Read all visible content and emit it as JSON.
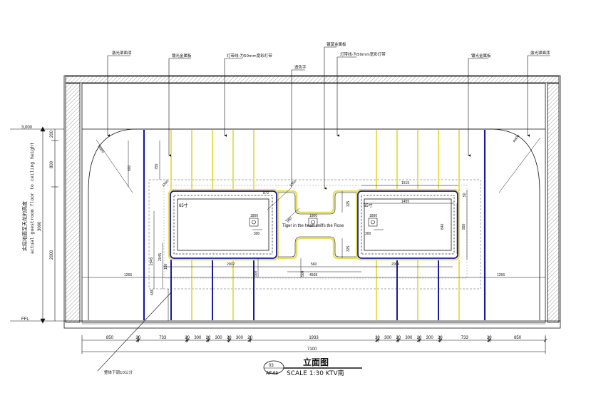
{
  "callouts": {
    "laser_mirror_left": "激光罩面漆",
    "metal_panel_left": "镀光金属板",
    "light_strip_left": "灯带线-为50mm宽彩灯带",
    "transparent_word": "透色字",
    "metal_panel_center": "镀莫金属板",
    "light_strip_right": "灯带线-为50mm宽彩灯带",
    "metal_panel_right": "镀光金属板",
    "laser_mirror_right": "激光罩面漆",
    "overall_drop": "整体下调10公分"
  },
  "side_label": {
    "chinese": "实际地面至天花的高度",
    "english": "actual guestroom floor to ceiling height"
  },
  "levels": {
    "ceiling": "3,000",
    "floor": "FFL"
  },
  "left_height_dims": [
    "200",
    "800",
    "3000",
    "2000"
  ],
  "inner_dims": {
    "ceiling_offset": "200",
    "r800_left": "R800",
    "r800_right": "R800",
    "dim_800": "800",
    "dim_755": "755",
    "dim_1550_left": "1550",
    "dim_1550_center": "1550",
    "dim_1515": "1515",
    "dim_50_right": "50",
    "dim_1455": "1455",
    "tv_left": "65寸",
    "tv_right": "65寸",
    "dim_872": "872",
    "dim_950_a": "950",
    "dim_325_top": "325",
    "dim_325_bottom": "325",
    "dim_840": "840",
    "dim_950_right": "950",
    "box_1800_left": "1800",
    "box_1800_center": "1800",
    "box_1800_right": "1800",
    "dim_300_left": "300",
    "dim_300_right": "300",
    "slogan": "Tiger in the heart sniffs the Rose",
    "dim_2045_a": "2045",
    "dim_2045_b": "2045",
    "dim_150_left": "150",
    "dim_2002": "2002",
    "dim_560": "560",
    "dim_2004": "2004",
    "dim_4568": "4568",
    "dim_1266_left": "1266",
    "dim_1266_right": "1266",
    "dim_500_a": "500",
    "dim_500_b": "500",
    "dim_655": "655"
  },
  "bottom_dims": [
    "850",
    "20",
    "733",
    "20",
    "300",
    "20",
    "300",
    "20",
    "300",
    "20",
    "1933",
    "20",
    "300",
    "20",
    "300",
    "20",
    "300",
    "20",
    "733",
    "20",
    "850"
  ],
  "total_width": "7100",
  "title_block": {
    "number": "03",
    "sheet": "AF-02",
    "title": "立面图",
    "scale": "SCALE 1:30  KTV南"
  },
  "colors": {
    "line": "#111111",
    "yellow_strip": "#e8e05a",
    "blue_strip": "#1a1aa0",
    "hatch": "#666666"
  }
}
